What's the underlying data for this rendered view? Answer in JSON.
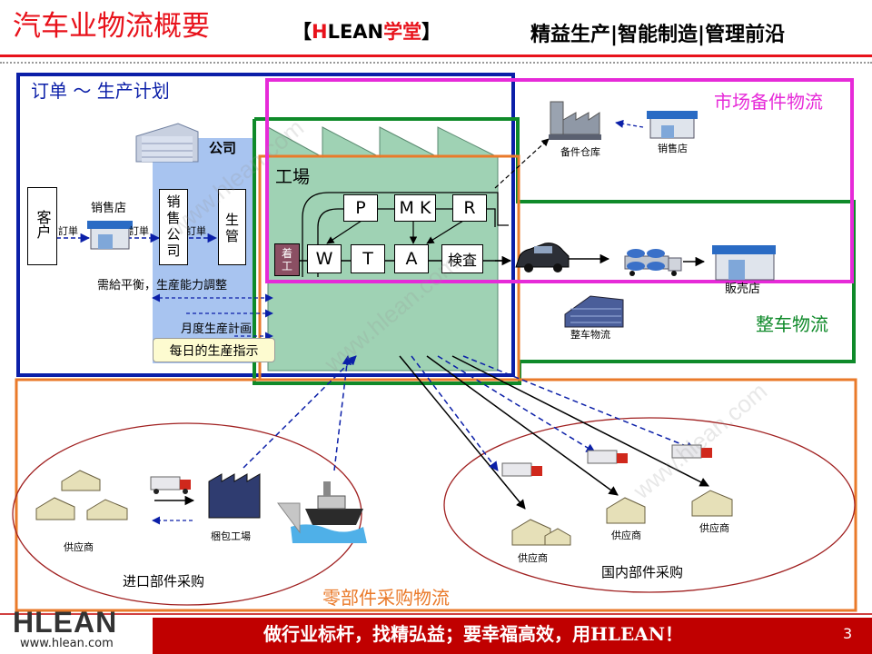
{
  "header": {
    "title": "汽车业物流概要",
    "brand_open": "【",
    "brand_h": "H",
    "brand_lean": "LEAN",
    "brand_school": "学堂",
    "brand_close": "】",
    "slogan": "精益生产|智能制造|管理前沿"
  },
  "sections": {
    "order": "订单 ～ 生产计划",
    "company": "公司",
    "market": "市场备件物流",
    "vehicle": "整车物流",
    "parts": "零部件采购物流",
    "factory": "工場"
  },
  "order_flow": {
    "customer": "客户",
    "dealer": "销售店",
    "sales_company": [
      "销",
      "售",
      "公",
      "司"
    ],
    "prod_mgmt": [
      "生",
      "管"
    ],
    "order1": "訂単",
    "order2": "訂単",
    "order3": "訂単",
    "balance": "需給平衡，生産能力調整",
    "monthly": "月度生産計画",
    "daily": "每日的生産指示"
  },
  "factory": {
    "P": "P",
    "MK": "M K",
    "R": "R",
    "start": [
      "着",
      "工"
    ],
    "W": "W",
    "T": "T",
    "A": "A",
    "inspect": "検査"
  },
  "market_parts": {
    "warehouse": "备件仓库",
    "dealer": "销售店"
  },
  "vehicle_logistics": {
    "dealer": "販売店",
    "vehicle": "整车物流"
  },
  "parts_procurement": {
    "supplier_import": "供应商",
    "packing": "梱包工場",
    "import_label": "进口部件采购",
    "domestic_label": "国内部件采购",
    "supplier1": "供应商",
    "supplier2": "供应商",
    "supplier3": "供应商"
  },
  "watermarks": [
    "www.hlean.com",
    "www.hlean.com",
    "www.hlean.com"
  ],
  "footer": {
    "logo": "HLEAN",
    "url": "www.hlean.com",
    "slogan": "做行业标杆，找精弘益；要幸福高效，用HLEAN！",
    "page": "3"
  },
  "colors": {
    "title_red": "#e8121b",
    "blue": "#0b1fa8",
    "magenta": "#e62ad8",
    "green": "#0f8a2a",
    "orange": "#ea7a2a",
    "factory_fill": "#9fd2b4",
    "company_fill": "#a8c4f0",
    "footer_red": "#c00000"
  }
}
